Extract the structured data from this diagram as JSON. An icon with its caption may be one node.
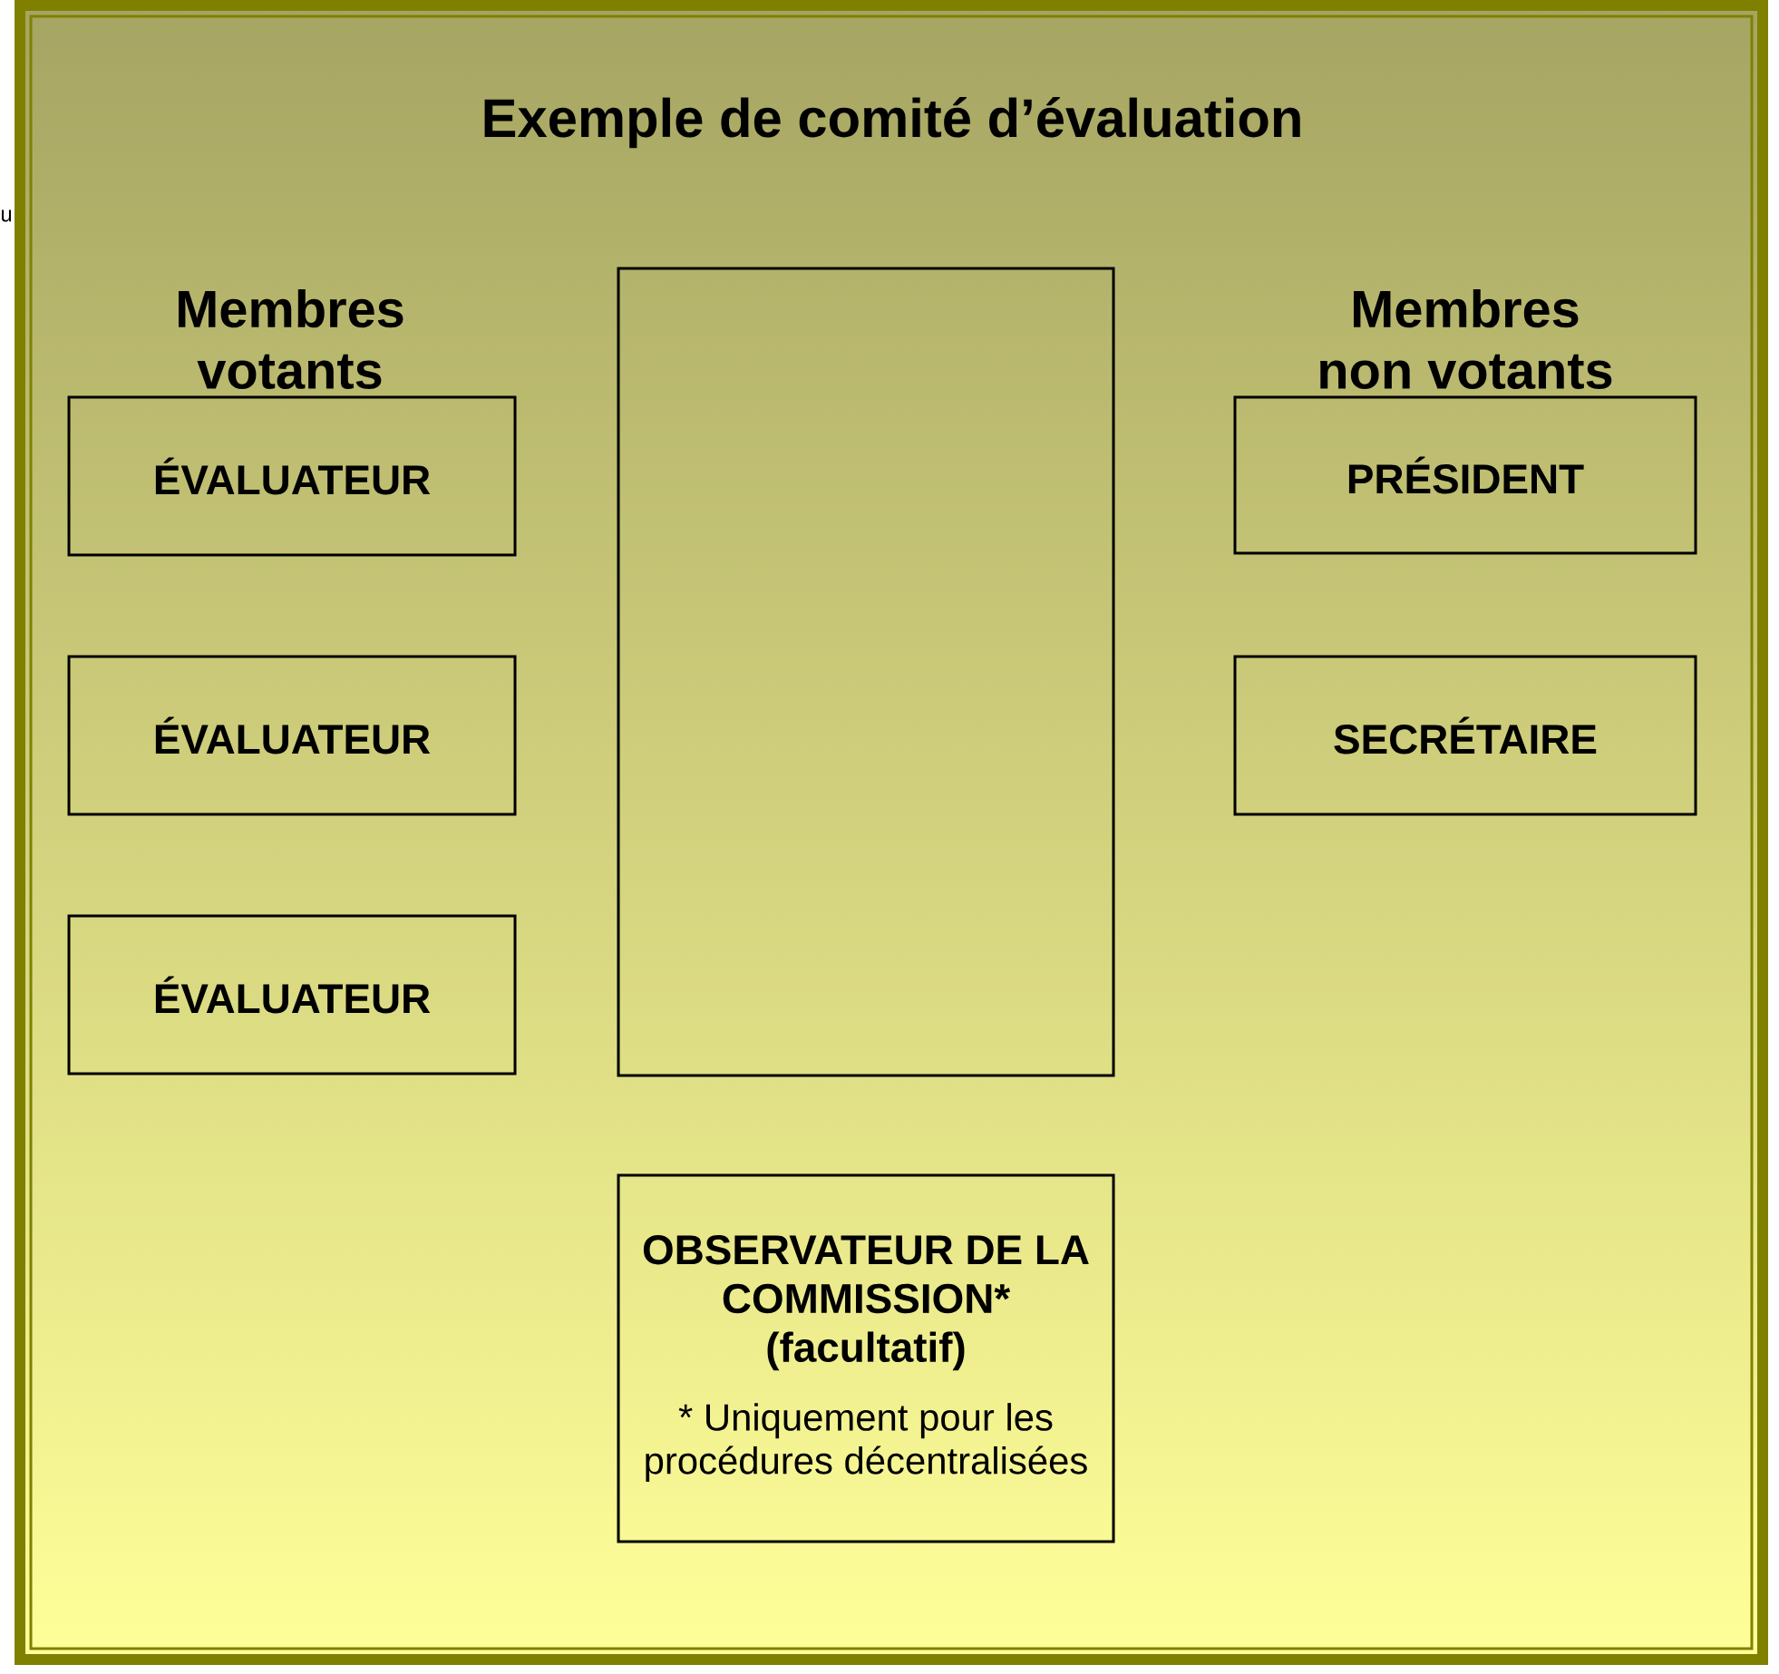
{
  "diagram": {
    "title": "Exemple de comité d’évaluation",
    "nodes": [
      {
        "text": [],
        "shape": "box"
      },
      {
        "text": [
          "ÉVALUATEUR"
        ]
      },
      {
        "text": [
          "PRÉSIDENT"
        ]
      },
      {
        "text": [
          "ÉVALUATEUR"
        ]
      },
      {
        "text": [
          "SECRÉTAIRE"
        ]
      },
      {
        "text": [
          "ÉVALUATEUR"
        ]
      },
      {
        "text": [
          "OBSERVATEUR DE LA COMMISSION* (facultatif)",
          "* Uniquement pour les procédures décentralisées"
        ]
      }
    ],
    "labels": [
      "u",
      "Membres votants",
      "Membres non votants"
    ]
  }
}
